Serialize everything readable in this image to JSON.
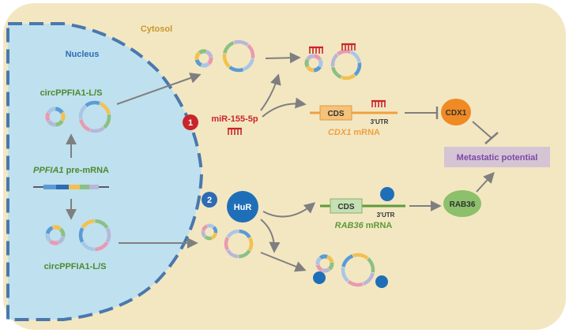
{
  "labels": {
    "cytosol": "Cytosol",
    "nucleus": "Nucleus",
    "circ_top": "circPPFIA1-L/S",
    "circ_bottom": "circPPFIA1-L/S",
    "pre_mrna_gene": "PPFIA1",
    "pre_mrna_suffix": " pre-mRNA",
    "step1": "1",
    "step2": "2",
    "mirna": "miR-155-5p",
    "hur": "HuR",
    "cds_top": "CDS",
    "utr_top": "3'UTR",
    "cdx1_gene": "CDX1",
    "cdx1_suffix": " mRNA",
    "cds_bottom": "CDS",
    "utr_bottom": "3'UTR",
    "rab36_gene": "RAB36",
    "rab36_suffix": " mRNA",
    "cdx1_protein": "CDX1",
    "rab36_protein": "RAB36",
    "outcome": "Metastatic potential"
  },
  "colors": {
    "cytosol_bg": "#f3e7c2",
    "nucleus_bg": "#bfe0ee",
    "nucleus_border": "#4a78ad",
    "cytosol_text": "#c9982b",
    "nucleus_text": "#2e6bb5",
    "circ_label": "#4c8a2f",
    "mirna_red": "#c8262b",
    "cdx1_orange": "#f0a040",
    "cdx1_protein": "#f08a24",
    "rab36_green": "#5f9a3a",
    "rab36_protein": "#8cc06a",
    "hur_blue": "#1f6fb8",
    "outcome_box": "#d5c4d4",
    "outcome_text": "#7b4aa6",
    "arrow_gray": "#7f7f7f",
    "ring_segments": [
      "#5b9bd5",
      "#f2c14e",
      "#8cc084",
      "#b7b7d9",
      "#e89ab0",
      "#a9c6e6"
    ]
  }
}
